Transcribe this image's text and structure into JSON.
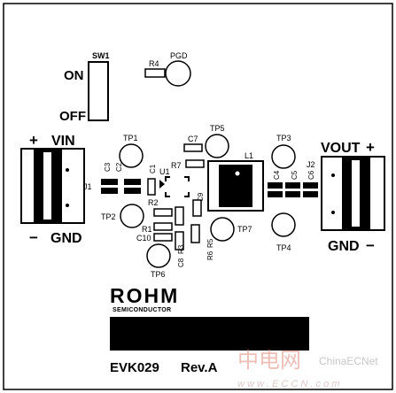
{
  "board": {
    "switch_label": "SW1",
    "switch_on": "ON",
    "switch_off": "OFF",
    "vin_plus": "+",
    "vin_label": "VIN",
    "vin_minus": "−",
    "vin_gnd": "GND",
    "vin_connector": "J1",
    "vout_label": "VOUT",
    "vout_plus": "+",
    "vout_minus": "−",
    "vout_gnd": "GND",
    "vout_connector": "J2",
    "logo_main": "ROHM",
    "logo_sub": "SEMICONDUCTOR",
    "model": "EVK029",
    "revision": "Rev.A"
  },
  "components": {
    "r4": "R4",
    "pgd": "PGD",
    "tp1": "TP1",
    "tp2": "TP2",
    "tp3": "TP3",
    "tp4": "TP4",
    "tp5": "TP5",
    "tp6": "TP6",
    "tp7": "TP7",
    "c1": "C1",
    "c2": "C2",
    "c3": "C3",
    "c4": "C4",
    "c5": "C5",
    "c6": "C6",
    "c7": "C7",
    "c8": "C8",
    "c9": "C9",
    "c10": "C10",
    "r1": "R1",
    "r2": "R2",
    "r3": "R3",
    "r5": "R5",
    "r6": "R6",
    "r7": "R7",
    "u1": "U1",
    "l1": "L1"
  },
  "watermark": {
    "cn": "中电网",
    "site": "ChinaECNet",
    "url": "w w w . E C C N . c o m"
  }
}
